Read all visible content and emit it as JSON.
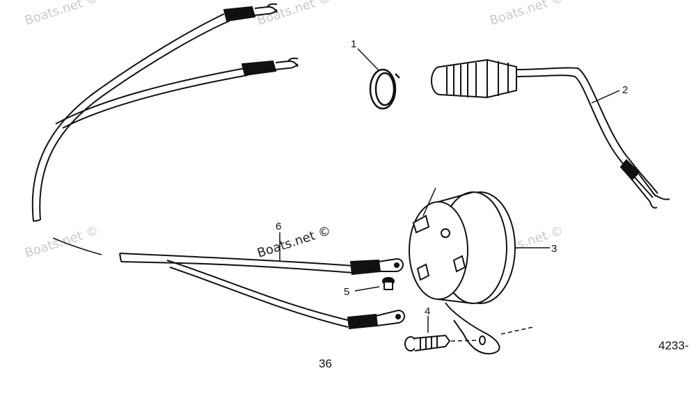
{
  "watermark": "Boats.net ©",
  "callouts": [
    {
      "id": "1",
      "label": "1"
    },
    {
      "id": "2",
      "label": "2"
    },
    {
      "id": "3",
      "label": "3"
    },
    {
      "id": "4",
      "label": "4"
    },
    {
      "id": "5",
      "label": "5"
    },
    {
      "id": "6",
      "label": "6"
    }
  ],
  "footer": {
    "page_number": "36",
    "figure_code": "4233-"
  }
}
